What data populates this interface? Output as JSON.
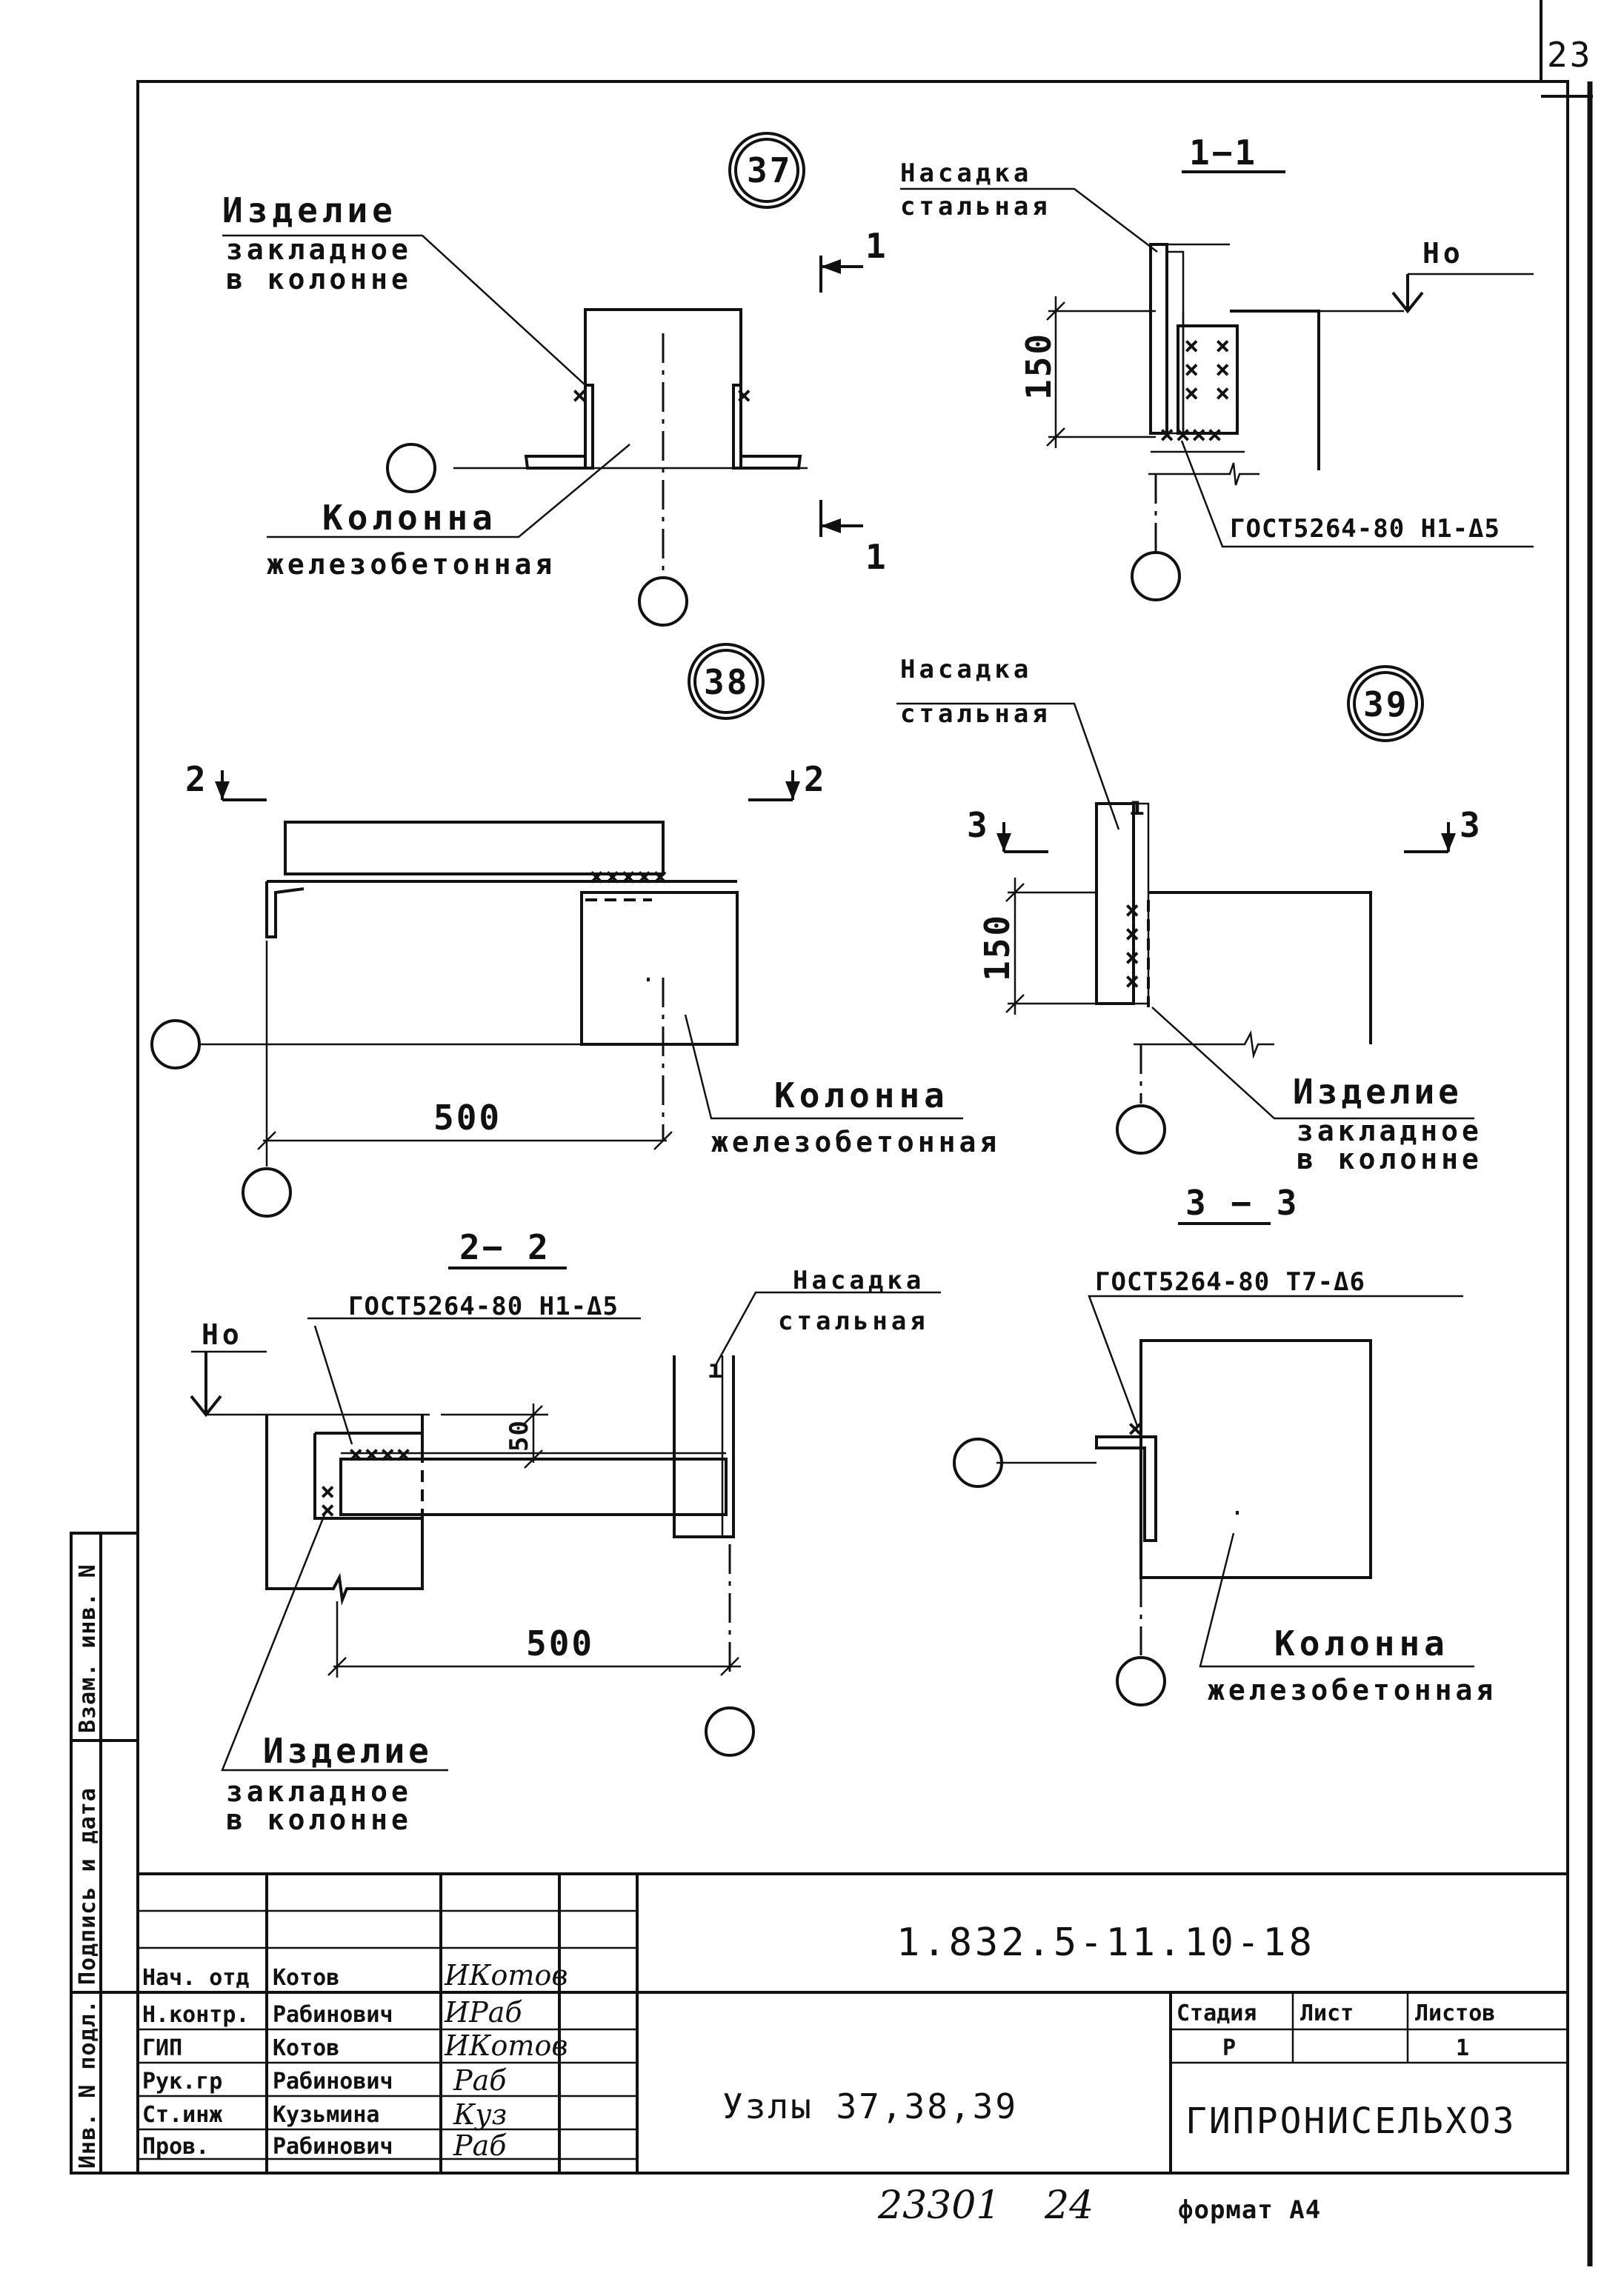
{
  "sheet_number": "23",
  "document_code": "1.832.5-11.10-18",
  "title": "Узлы 37,38,39",
  "organization": "ГИПРОНИСЕЛЬХОЗ",
  "format": "формат А4",
  "handwritten_number": "23301",
  "handwritten_page": "24",
  "stage_table": {
    "headers": [
      "Стадия",
      "Лист",
      "Листов"
    ],
    "values": [
      "Р",
      "",
      "1"
    ]
  },
  "side_stamp": {
    "inv_original": "Инв. N подл.",
    "sign_date": "Подпись и дата",
    "swap_inv": "Взам. инв. N"
  },
  "signatures": [
    {
      "role": "Нач. отд",
      "name": "Котов",
      "signature": "ИКотов"
    },
    {
      "role": "Н.контр.",
      "name": "Рабинович",
      "signature": "ИРаб"
    },
    {
      "role": "ГИП",
      "name": "Котов",
      "signature": "ИКотов"
    },
    {
      "role": "Рук.гр",
      "name": "Рабинович",
      "signature": "Раб"
    },
    {
      "role": "Ст.инж",
      "name": "Кузьмина",
      "signature": "Куз"
    },
    {
      "role": "Пров.",
      "name": "Рабинович",
      "signature": "Раб"
    }
  ],
  "node37": {
    "number": "37",
    "embedded_part": [
      "Изделие",
      "закладное",
      "в колонне"
    ],
    "column": [
      "Колонна",
      "железобетонная"
    ],
    "section_mark": "1"
  },
  "section11": {
    "title": "1−1",
    "cap": [
      "Насадка",
      "стальная"
    ],
    "level": "Но",
    "dim": "150",
    "weld": "ГОСТ5264-80 Н1-Δ5"
  },
  "node38": {
    "number": "38",
    "section_mark": "2",
    "dim": "500",
    "column": [
      "Колонна",
      "железобетонная"
    ]
  },
  "node39": {
    "number": "39",
    "cap": [
      "Насадка",
      "стальная"
    ],
    "section_mark": "3",
    "dim": "150",
    "embedded_part": [
      "Изделие",
      "закладное",
      "в колонне"
    ]
  },
  "section22": {
    "title": "2− 2",
    "level": "Но",
    "weld": "ГОСТ5264-80 Н1-Δ5",
    "cap": [
      "Насадка",
      "стальная"
    ],
    "dim_height": "50",
    "dim": "500",
    "embedded_part": [
      "Изделие",
      "закладное",
      "в колонне"
    ]
  },
  "section33": {
    "title": "3 − 3",
    "weld": "ГОСТ5264-80 Т7-Δ6",
    "column": [
      "Колонна",
      "железобетонная"
    ]
  }
}
